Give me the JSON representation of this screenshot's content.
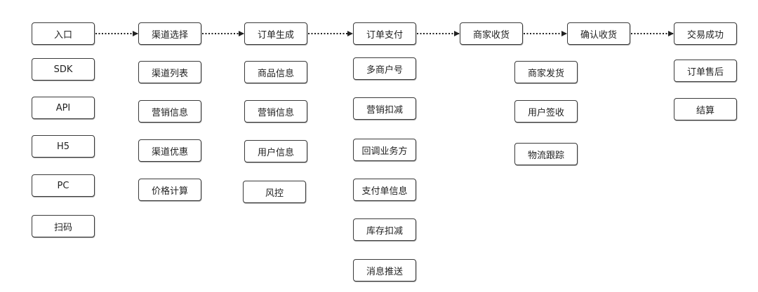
{
  "stages": [
    {
      "label": "入口",
      "items": [
        "SDK",
        "API",
        "H5",
        "PC",
        "扫码"
      ]
    },
    {
      "label": "渠道选择",
      "items": [
        "渠道列表",
        "营销信息",
        "渠道优惠",
        "价格计算"
      ]
    },
    {
      "label": "订单生成",
      "items": [
        "商品信息",
        "营销信息",
        "用户信息",
        "风控"
      ]
    },
    {
      "label": "订单支付",
      "items": [
        "多商户号",
        "营销扣减",
        "回调业务方",
        "支付单信息",
        "库存扣减",
        "消息推送"
      ]
    },
    {
      "label": "商家收货",
      "items": []
    },
    {
      "label": "确认收货",
      "items": [
        "商家发货",
        "用户签收",
        "物流跟踪"
      ]
    },
    {
      "label": "交易成功",
      "items": [
        "订单售后",
        "结算"
      ]
    }
  ],
  "colors": {
    "border": "#3a3a3a",
    "arrow": "#222222",
    "text": "#222222"
  }
}
